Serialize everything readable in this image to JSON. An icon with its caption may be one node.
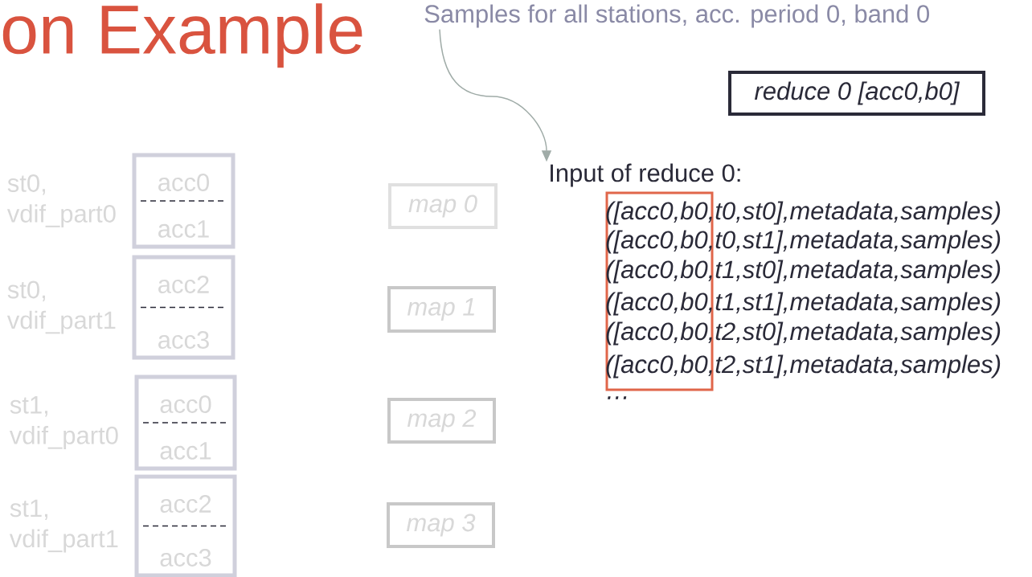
{
  "diagram": {
    "title": "on Example",
    "nodes": [
      {
        "text": [
          "acc0",
          "acc1"
        ],
        "beside": [
          "st0, vdif_part0"
        ]
      },
      {
        "text": [
          "acc2",
          "acc3"
        ],
        "beside": [
          "st0, vdif_part1"
        ]
      },
      {
        "text": [
          "acc0",
          "acc1"
        ],
        "beside": [
          "st1, vdif_part0"
        ]
      },
      {
        "text": [
          "acc2",
          "acc3"
        ],
        "beside": [
          "st1, vdif_part1"
        ]
      },
      {
        "text": [
          "map 0"
        ]
      },
      {
        "text": [
          "map 1"
        ]
      },
      {
        "text": [
          "map 2"
        ]
      },
      {
        "text": [
          "map 3"
        ]
      },
      {
        "text": [
          "reduce 0 [acc0,b0]"
        ]
      },
      {
        "text": [
          "Samples for all stations, acc. period 0, band 0"
        ]
      },
      {
        "text": [
          "Input of reduce 0:"
        ]
      },
      {
        "text": [],
        "shape": "box"
      }
    ],
    "edges": [
      {
        "from": 9,
        "to": 10,
        "arrow": "to"
      }
    ],
    "labels": [
      "([acc0,b0,t0,st0],metadata,samples)",
      "([acc0,b0,t0,st1],metadata,samples)",
      "([acc0,b0,t1,st0],metadata,samples)",
      "([acc0,b0,t1,st1],metadata,samples)",
      "([acc0,b0,t2,st0],metadata,samples)",
      "([acc0,b0,t2,st1],metadata,samples)",
      "…"
    ]
  }
}
